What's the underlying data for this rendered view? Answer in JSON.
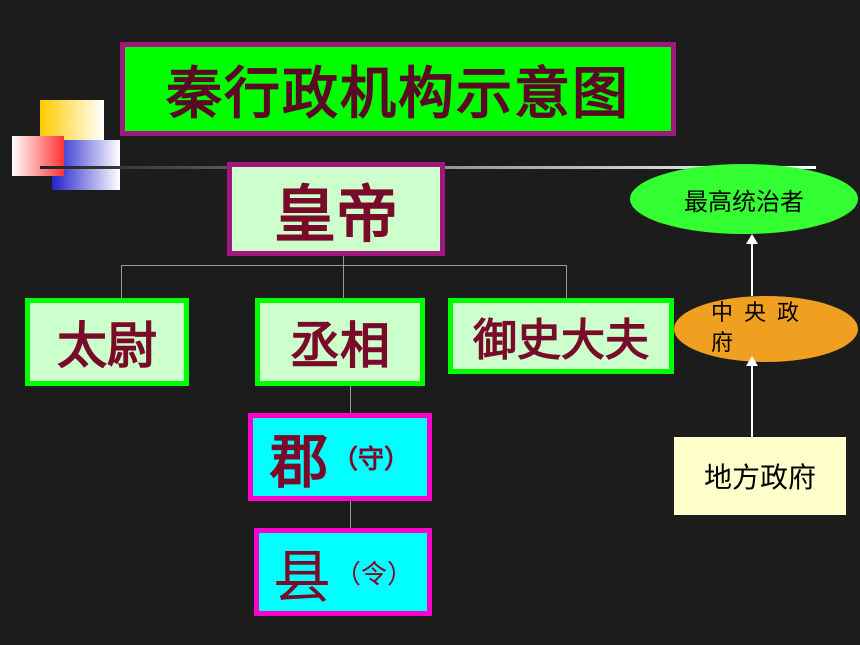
{
  "title": "秦行政机构示意图",
  "emperor": "皇帝",
  "central": {
    "taiwei": "太尉",
    "chengxiang": "丞相",
    "yushidafu": "御史大夫"
  },
  "jun": {
    "name": "郡",
    "official": "（守）"
  },
  "xian": {
    "name": "县",
    "official": "（令）"
  },
  "side": {
    "supreme": "最高统治者",
    "central_gov": "中 央 政 府",
    "local_gov": "地方政府"
  },
  "colors": {
    "background": "#1c1c1c",
    "title_bg": "#00ff00",
    "border_magenta": "#a0187e",
    "box_light_green": "#ccffcc",
    "box_cyan": "#00ffff",
    "box_pink_border": "#ff00cc",
    "ellipse_green": "#33ff33",
    "ellipse_orange": "#f0a020",
    "box_light_yellow": "#ffffcc",
    "text_maroon": "#7a0a2a"
  }
}
